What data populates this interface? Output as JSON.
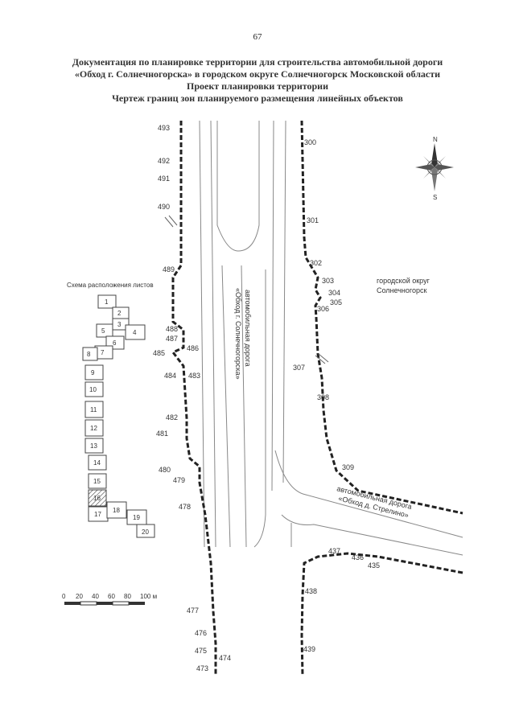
{
  "page_number": "67",
  "title": {
    "line1": "Документация по планировке территории для строительства автомобильной дороги",
    "line2": "«Обход г. Солнечногорска» в городском округе Солнечногорск Московской области",
    "line3": "Проект планировки территории",
    "line4": "Чертеж границ зон планируемого размещения линейных объектов"
  },
  "district_label": {
    "line1": "городской округ",
    "line2": "Солнечногорск"
  },
  "road_labels": {
    "main_line1": "автомобильная дорога",
    "main_line2": "«Обход г. Солнечногорска»",
    "branch_line1": "автомобильная дорога",
    "branch_line2": "«Обход д. Стрелино»"
  },
  "compass": {
    "north": "N",
    "south": "S"
  },
  "sheet_scheme": {
    "title": "Схема расположения листов",
    "sheets": [
      "1",
      "2",
      "3",
      "4",
      "5",
      "6",
      "7",
      "8",
      "9",
      "10",
      "11",
      "12",
      "13",
      "14",
      "15",
      "16",
      "17",
      "18",
      "19",
      "20"
    ],
    "highlighted_sheet": "16"
  },
  "scale_bar": {
    "ticks": [
      "0",
      "20",
      "40",
      "60",
      "80",
      "100 м"
    ]
  },
  "points_left": [
    "493",
    "492",
    "491",
    "490",
    "489",
    "488",
    "487",
    "486",
    "485",
    "484",
    "483",
    "482",
    "481",
    "480",
    "479",
    "478",
    "477",
    "476",
    "475",
    "474",
    "473"
  ],
  "points_right_upper": [
    "300",
    "301",
    "302",
    "303",
    "304",
    "305",
    "306",
    "307",
    "308",
    "309"
  ],
  "points_right_lower": [
    "437",
    "436",
    "435",
    "438",
    "439"
  ]
}
